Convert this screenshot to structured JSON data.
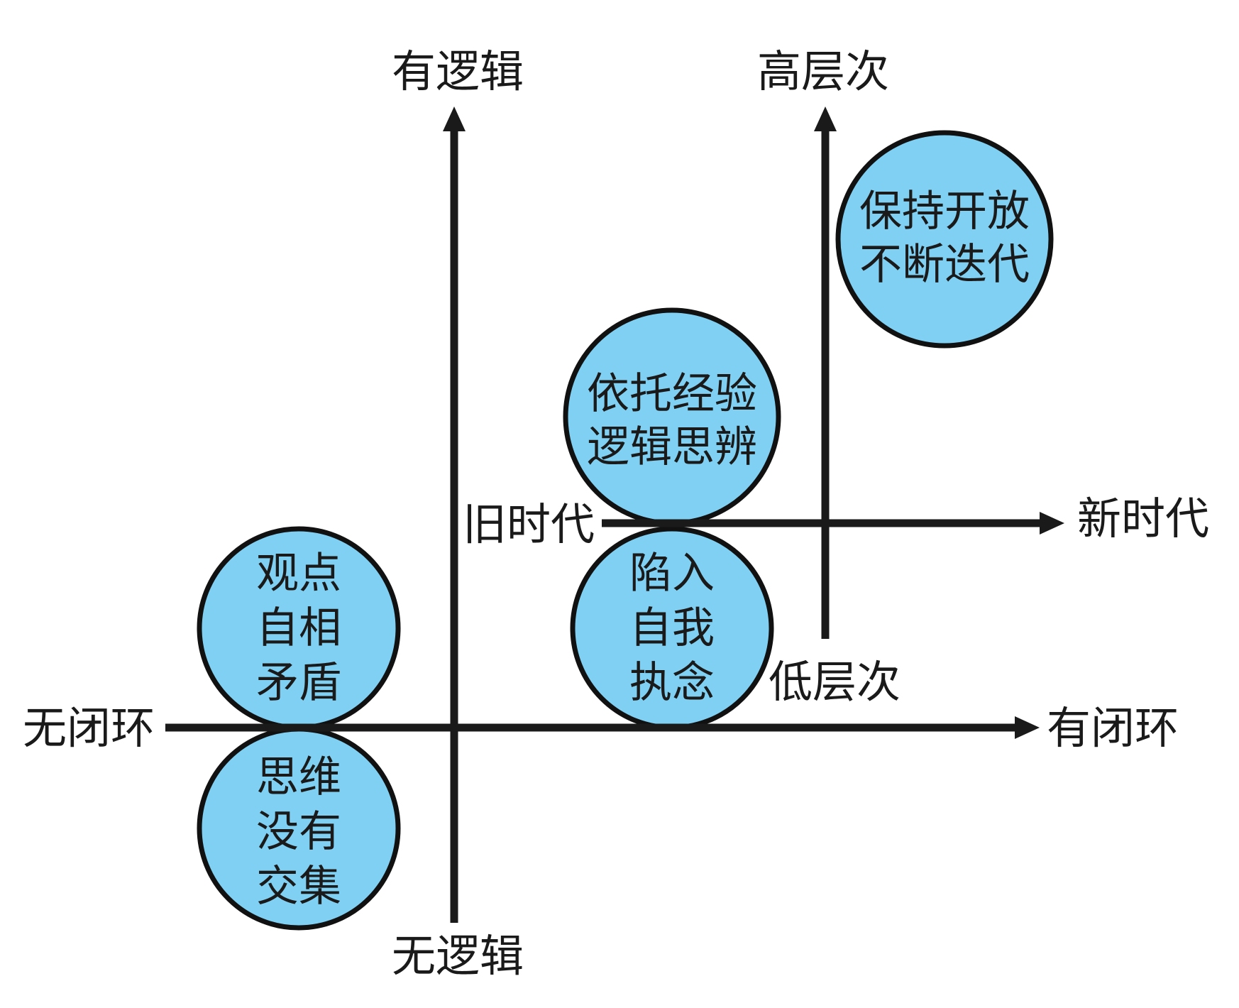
{
  "axes": {
    "logic": {
      "top": "有逻辑",
      "bottom": "无逻辑"
    },
    "closure": {
      "left": "无闭环",
      "right": "有闭环"
    },
    "era": {
      "left": "旧时代",
      "right": "新时代"
    },
    "level": {
      "top": "高层次",
      "bottom": "低层次"
    }
  },
  "bubbles": {
    "contradiction": [
      "观点",
      "自相",
      "矛盾"
    ],
    "no_intersection": [
      "思维",
      "没有",
      "交集"
    ],
    "experience": [
      "依托经验",
      "逻辑思辨"
    ],
    "self_obsession": [
      "陷入",
      "自我",
      "执念"
    ],
    "iterate": [
      "保持开放",
      "不断迭代"
    ]
  },
  "colors": {
    "bubble_fill": "#7fd0f2",
    "outline": "#111111",
    "line": "#1a1a1a"
  }
}
